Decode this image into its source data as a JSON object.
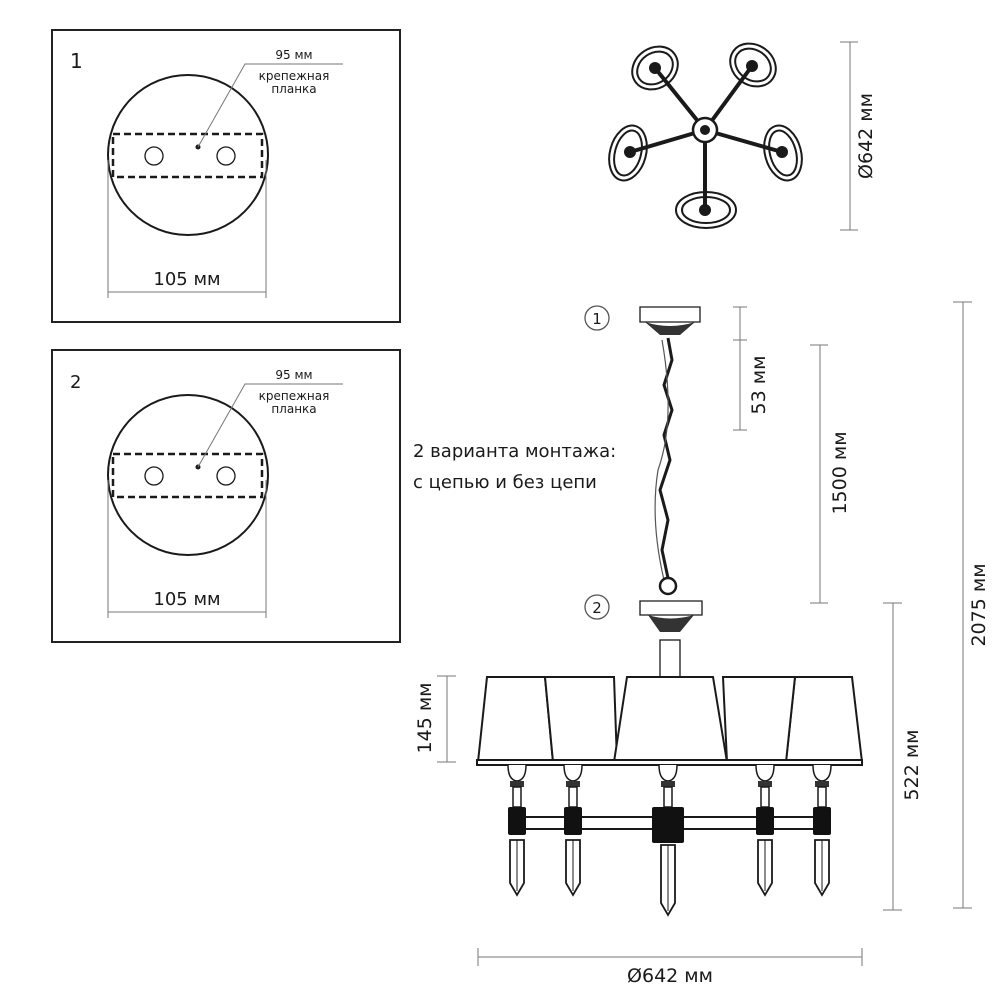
{
  "mounting_plates": [
    {
      "number": "1",
      "plate_width": "95 мм",
      "plate_label_line1": "крепежная",
      "plate_label_line2": "планка",
      "diameter": "105 мм"
    },
    {
      "number": "2",
      "plate_width": "95 мм",
      "plate_label_line1": "крепежная",
      "plate_label_line2": "планка",
      "diameter": "105 мм"
    }
  ],
  "top_view": {
    "diameter": "Ø642 мм"
  },
  "side_view": {
    "marker_1": "1",
    "marker_2": "2",
    "mount_note_line1": "2 варианта монтажа:",
    "mount_note_line2": "с цепью и без цепи",
    "canopy_height": "53 мм",
    "chain_length": "1500 мм",
    "total_height": "2075 мм",
    "body_height": "522 мм",
    "shade_height": "145 мм",
    "diameter": "Ø642 мм"
  },
  "colors": {
    "line": "#1a1a1a",
    "dimension": "#777777"
  }
}
